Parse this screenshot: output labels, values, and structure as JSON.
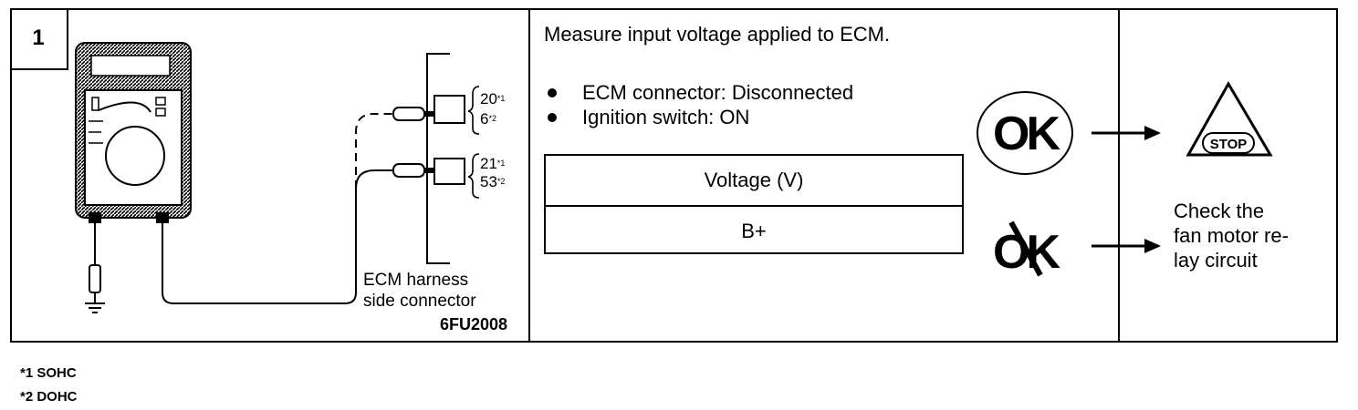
{
  "step": {
    "number": "1"
  },
  "instruction": {
    "title": "Measure input voltage applied to ECM.",
    "conditions": [
      "ECM connector: Disconnected",
      "Ignition switch: ON"
    ]
  },
  "voltage_table": {
    "header": "Voltage  (V)",
    "value": "B+"
  },
  "connector": {
    "label_line1": "ECM harness",
    "label_line2": "side connector",
    "figure_code": "6FU2008",
    "pins_top": [
      {
        "num": "20",
        "mark": "*1"
      },
      {
        "num": "6",
        "mark": "*2"
      }
    ],
    "pins_bottom": [
      {
        "num": "21",
        "mark": "*1"
      },
      {
        "num": "53",
        "mark": "*2"
      }
    ]
  },
  "result": {
    "ok_text": "OK",
    "ng_text": "OK",
    "stop_text": "STOP",
    "ng_action": "Check the fan motor re- lay circuit",
    "ng_action_lines": [
      "Check the",
      "fan motor re-",
      "lay circuit"
    ]
  },
  "footnotes": [
    "*1 SOHC",
    "*2 DOHC"
  ],
  "colors": {
    "ink": "#000000",
    "paper": "#ffffff"
  }
}
